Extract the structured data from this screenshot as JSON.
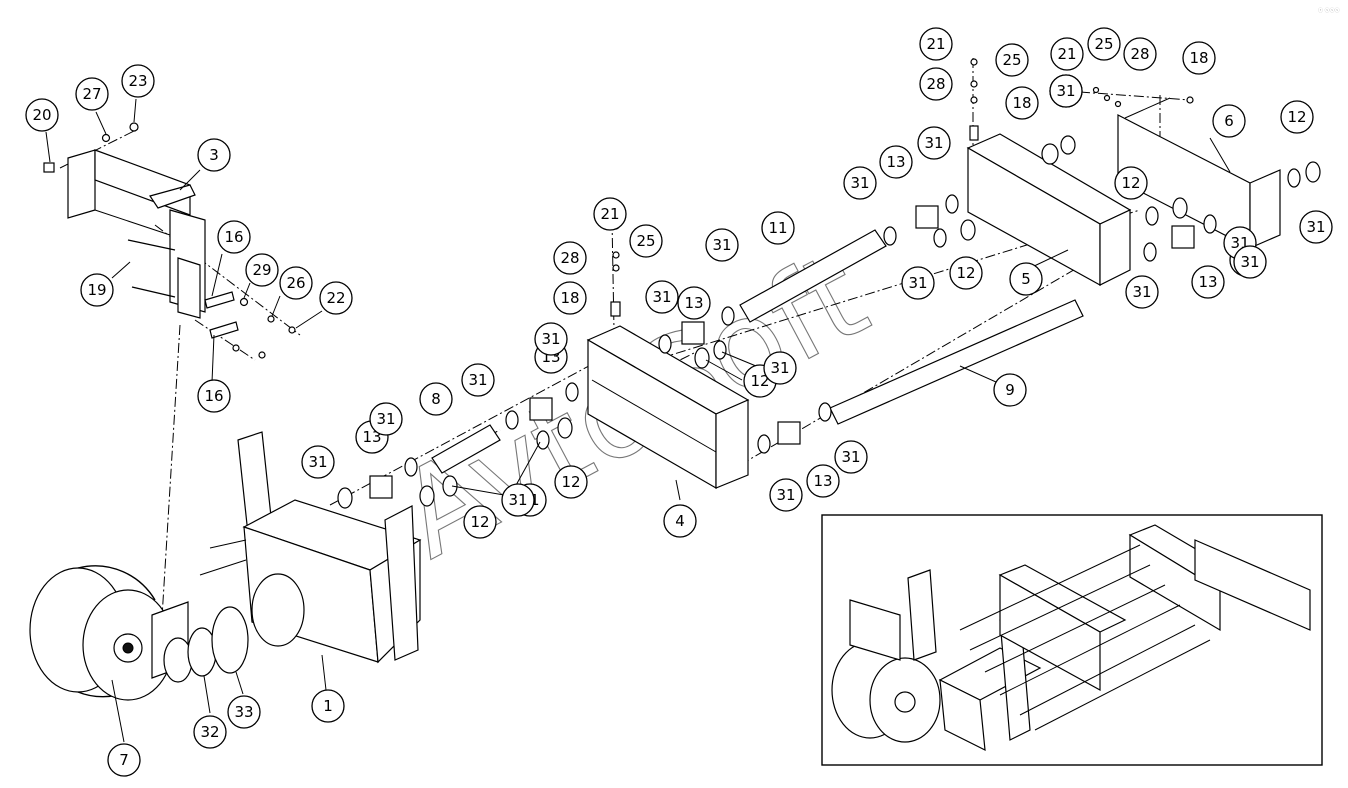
{
  "watermark": "AvtoSoft",
  "corner_mark": "ⓡ ⓢⓢⓢ",
  "callouts": [
    "20",
    "27",
    "23",
    "3",
    "19",
    "16",
    "29",
    "26",
    "22",
    "16",
    "7",
    "32",
    "33",
    "1",
    "31",
    "13",
    "31",
    "8",
    "12",
    "31",
    "31",
    "13",
    "31",
    "12",
    "31",
    "4",
    "21",
    "25",
    "28",
    "18",
    "31",
    "13",
    "31",
    "11",
    "12",
    "31",
    "31",
    "13",
    "31",
    "9",
    "31",
    "21",
    "25",
    "28",
    "18",
    "31",
    "13",
    "31",
    "31",
    "12",
    "12",
    "5",
    "31",
    "13",
    "31",
    "21",
    "25",
    "28",
    "18",
    "6",
    "12",
    "31",
    "31",
    "31",
    "31"
  ],
  "colors": {
    "line": "#000000",
    "background": "#ffffff",
    "watermark": "#777777"
  }
}
